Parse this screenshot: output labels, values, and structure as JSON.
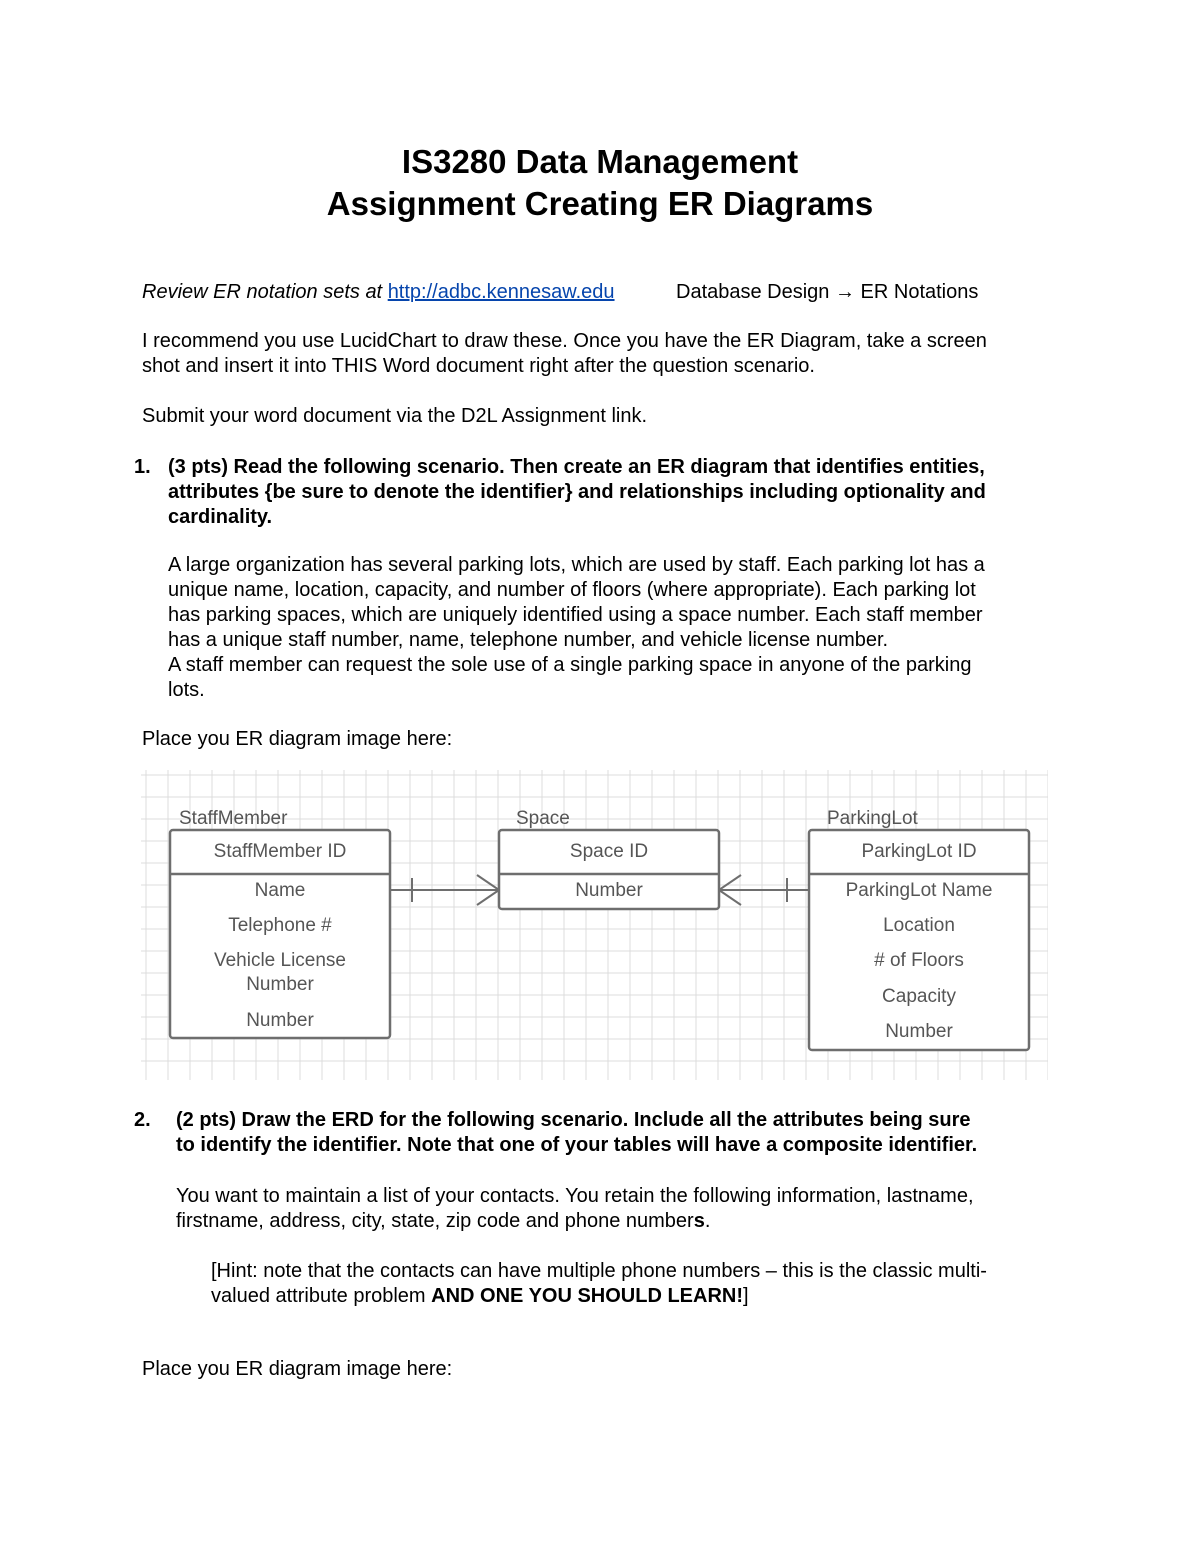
{
  "header": {
    "title_line1": "IS3280 Data Management",
    "title_line2": "Assignment Creating ER Diagrams"
  },
  "intro": {
    "review_prefix": "Review ER notation sets at ",
    "review_link": "http://adbc.kennesaw.edu",
    "review_suffix": "Database Design → ER Notations",
    "recommend_line1": "I recommend you use LucidChart to draw these.  Once you have the ER Diagram, take a screen",
    "recommend_line2": "shot and insert it into THIS Word document right after the question scenario.",
    "submit": "Submit your word document via the D2L Assignment link."
  },
  "question1": {
    "number": "1.",
    "prompt_lines": [
      "(3 pts) Read the following scenario. Then create an ER diagram that identifies entities,",
      "attributes {be sure to denote the identifier} and relationships including optionality and",
      "cardinality."
    ],
    "scenario_lines": [
      "A large organization has several parking lots, which are used by staff.  Each parking lot has a",
      "unique name, location, capacity, and number of floors (where appropriate).  Each parking lot",
      "has parking spaces, which are uniquely identified using a space number. Each staff member",
      "has a unique staff number, name, telephone number, and vehicle license number.",
      "A staff member can request the sole use of a single parking space in anyone of the parking",
      "lots."
    ],
    "place_label": "Place you ER diagram image here:"
  },
  "erd": {
    "entities": [
      {
        "name": "StaffMember",
        "identifier": "StaffMember ID",
        "attributes": [
          "Name",
          "Telephone #",
          "Vehicle License",
          "Number",
          "Number"
        ]
      },
      {
        "name": "Space",
        "identifier": "Space ID",
        "attributes": [
          "Number"
        ]
      },
      {
        "name": "ParkingLot",
        "identifier": "ParkingLot ID",
        "attributes": [
          "ParkingLot Name",
          "Location",
          "# of Floors",
          "Capacity",
          "Number"
        ]
      }
    ],
    "colors": {
      "grid": "#dcdcdc",
      "stroke": "#6e6e6e",
      "text": "#555555"
    }
  },
  "question2": {
    "number": "2.",
    "prompt_lines": [
      "(2 pts) Draw the ERD for the following scenario.  Include all the attributes being sure",
      "to identify the identifier.  Note that one of your tables will have a composite identifier."
    ],
    "scenario_line1": "You want to maintain a list of your contacts. You retain the following information, lastname,",
    "scenario_line2_main": "firstname, address, city, state, zip code and phone number",
    "scenario_line2_bold": "s",
    "scenario_line2_end": ".",
    "hint_line1": "[Hint:  note that the contacts can have multiple phone numbers – this is the classic multi-",
    "hint_line2_main": "valued attribute problem ",
    "hint_line2_bold": "AND ONE YOU SHOULD LEARN!",
    "hint_line2_end": "]",
    "place_label": "Place you ER diagram image here:"
  }
}
